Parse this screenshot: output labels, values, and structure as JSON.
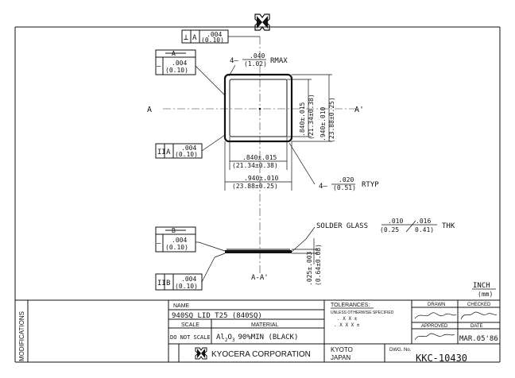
{
  "logo_icon": "kyocera-logo-icon",
  "top_view": {
    "perpendicularity": {
      "symbol": "⊥",
      "datum": "A",
      "value": ".004",
      "value_mm": "(0.10)"
    },
    "flatness_a": {
      "datum": "A",
      "symbol": "—",
      "value": ".004",
      "value_mm": "(0.10)"
    },
    "parallelism_a": {
      "symbol": "II",
      "datum": "A",
      "value": ".004",
      "value_mm": "(0.10)"
    },
    "radius_max": {
      "prefix": "4—",
      "value": ".040",
      "value_mm": "(1.02)",
      "suffix": "RMAX"
    },
    "section_left": "A",
    "section_right": "A'",
    "inner_width": {
      "value": ".840±.015",
      "value_mm": "(21.34±0.38)"
    },
    "outer_width": {
      "value": ".940±.010",
      "value_mm": "(23.88±0.25)"
    },
    "inner_height": {
      "value": ".840±.015",
      "value_mm": "(21.34±0.38)"
    },
    "outer_height": {
      "value": ".940±.010",
      "value_mm": "(23.88±0.25)"
    },
    "radius_typ": {
      "prefix": "4—",
      "value": ".020",
      "value_mm": "(0.51)",
      "suffix": "RTYP"
    }
  },
  "side_view": {
    "flatness_b": {
      "datum": "B",
      "symbol": "—",
      "value": ".004",
      "value_mm": "(0.10)"
    },
    "parallelism_b": {
      "symbol": "II",
      "datum": "B",
      "value": ".004",
      "value_mm": "(0.10)"
    },
    "solder_glass": {
      "label": "SOLDER GLASS",
      "min": ".010",
      "max": ".016",
      "min_mm": "(0.25",
      "max_mm": "0.41)",
      "suffix": "THK"
    },
    "thickness": {
      "value": ".025±.003",
      "value_mm": "(0.64±0.08)"
    },
    "section_label": "A-A'"
  },
  "units": {
    "label": "INCH",
    "sub": "(mm)"
  },
  "title_block": {
    "side_label": "MODIFICATIONS",
    "name_label": "NAME",
    "name_value": "940SQ LID T25 (840SQ)",
    "scale_label": "SCALE",
    "material_label": "MATERIAL",
    "scale_value": "DO NOT SCALE",
    "material_prefix": "Al",
    "material_sub1": "2",
    "material_o": "O",
    "material_sub2": "3",
    "material_suffix": "90%MIN (BLACK)",
    "tolerances_label": "TOLERANCES:",
    "tolerances_note": "UNLESS OTHERWISE SPECIFIED",
    "tol_line1": ". X X  ±",
    "tol_line2": ". X X X  ±",
    "drawn_label": "DRAWN",
    "checked_label": "CHECKED",
    "approved_label": "APPROVED",
    "date_label": "DATE",
    "date_value": "MAR.05'86",
    "company": "KYOCERA CORPORATION",
    "city": "KYOTO",
    "country": "JAPAN",
    "dwg_label": "DWG. No.",
    "dwg_value": "KKC-10430"
  }
}
